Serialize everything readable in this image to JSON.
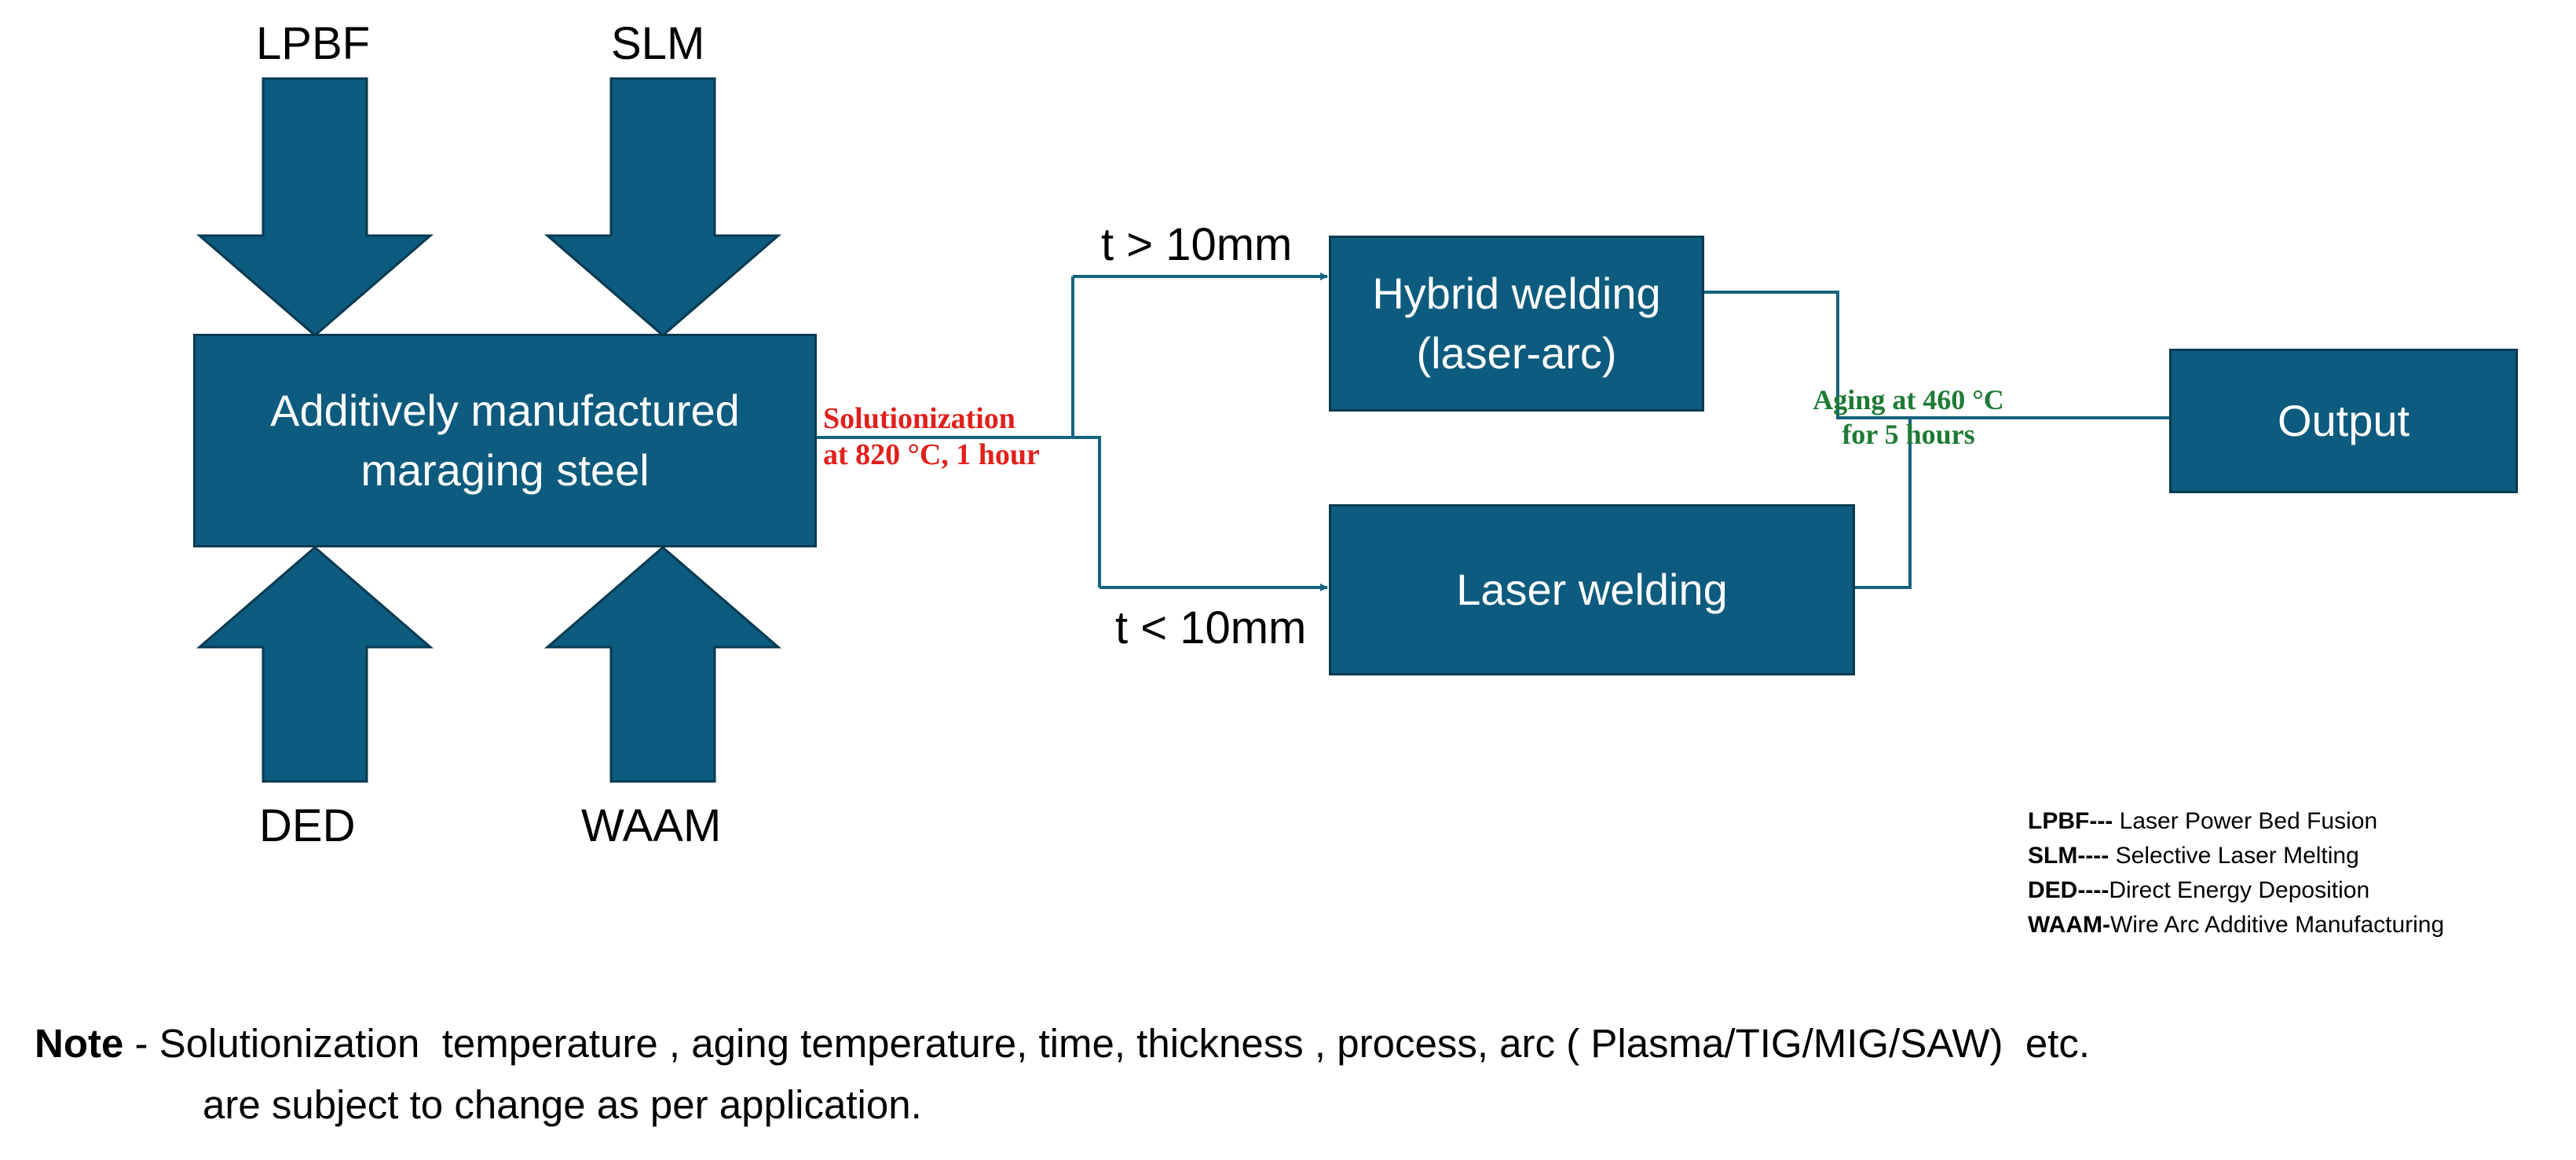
{
  "diagram": {
    "inputs": {
      "top_left": "LPBF",
      "top_right": "SLM",
      "bottom_left": "DED",
      "bottom_right": "WAAM"
    },
    "main_box": {
      "line1": "Additively manufactured",
      "line2": "maraging steel"
    },
    "solutionization": {
      "line1": "Solutionization",
      "line2": "at 820 °C, 1 hour"
    },
    "branch_upper_label": "t > 10mm",
    "branch_lower_label": "t < 10mm",
    "hybrid_box": {
      "line1": "Hybrid welding",
      "line2": "(laser-arc)"
    },
    "laser_box": "Laser welding",
    "aging": {
      "line1": "Aging at 460 °C",
      "line2": "for 5 hours"
    },
    "output_box": "Output",
    "colors": {
      "box_fill": "#0d5b7e",
      "box_border": "#083a52",
      "line": "#14637f",
      "solutionization_text": "#e0201b",
      "aging_text": "#1e7a34"
    }
  },
  "legend": [
    {
      "abbr": "LPBF",
      "sep": "---",
      "text": " Laser Power Bed Fusion"
    },
    {
      "abbr": "SLM",
      "sep": "----",
      "text": " Selective Laser Melting"
    },
    {
      "abbr": "DED",
      "sep": "----",
      "text": "Direct Energy Deposition"
    },
    {
      "abbr": "WAAM",
      "sep": "-",
      "text": "Wire Arc Additive Manufacturing"
    }
  ],
  "note": {
    "label": "Note",
    "sep": " - ",
    "line1": "Solutionization  temperature , aging temperature, time, thickness , process, arc ( Plasma/TIG/MIG/SAW)  etc.",
    "line2": "are subject to change as per application."
  }
}
